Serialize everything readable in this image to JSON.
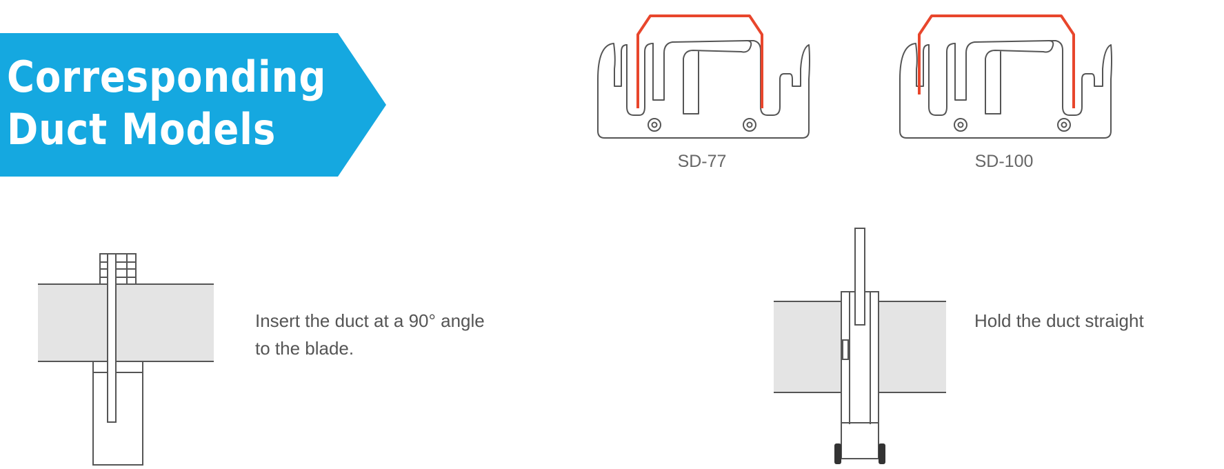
{
  "banner": {
    "title_line1": "Corresponding",
    "title_line2": "Duct Models",
    "color": "#15a8e0"
  },
  "models": [
    {
      "label": "SD-77"
    },
    {
      "label": "SD-100"
    }
  ],
  "instructions": [
    {
      "line1": "Insert the duct at a 90° angle",
      "line2": "to the blade."
    },
    {
      "line1": "Hold the duct straight"
    }
  ],
  "colors": {
    "highlight": "#e8462c",
    "outline": "#555555",
    "duct_fill": "#e4e4e4"
  }
}
